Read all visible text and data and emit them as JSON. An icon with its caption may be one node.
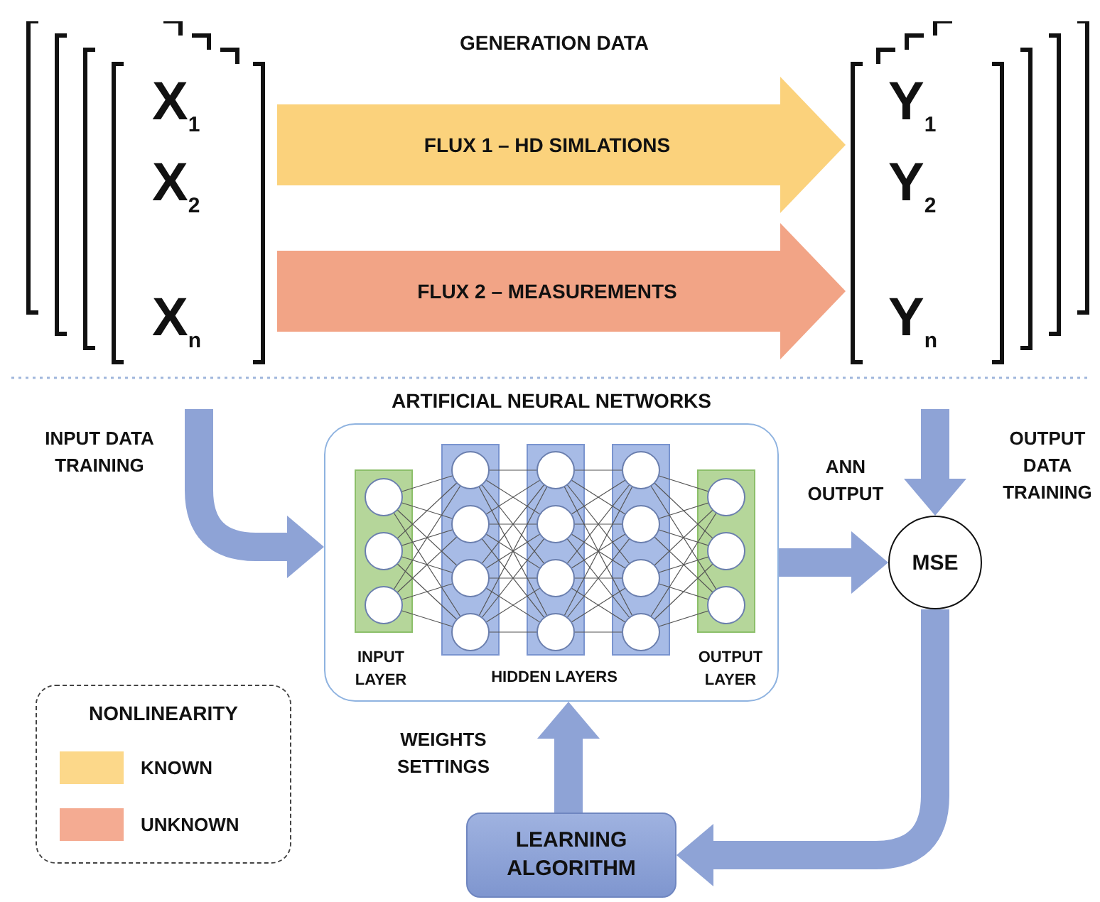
{
  "diagram": {
    "nodes": [
      {
        "text": [
          "X$_{1}$",
          "X$_{2}$",
          "X$_{n}$"
        ]
      },
      {
        "text": [
          "Y$_{1}$",
          "Y$_{2}$",
          "Y$_{n}$"
        ]
      },
      {
        "text": [
          "ARTIFICIAL NEURAL NETWORKS"
        ]
      },
      {
        "text": [
          "MSE"
        ]
      },
      {
        "text": [
          "LEARNING ALGORITHM"
        ]
      }
    ],
    "edges": [
      {
        "from": 0,
        "to": 1,
        "arrow": "to",
        "label": "FLUX 1 – HD SIMLATIONS",
        "style": "thick",
        "color": "#fbd27c"
      },
      {
        "from": 0,
        "to": 1,
        "arrow": "to",
        "label": "FLUX 2 – MEASUREMENTS",
        "style": "thick",
        "color": "#f2a486"
      },
      {
        "from": null,
        "to": 2,
        "arrow": "to",
        "label": "INPUT DATA TRAINING"
      },
      {
        "from": 2,
        "to": 3,
        "arrow": "to",
        "label": "ANN OUTPUT"
      },
      {
        "from": null,
        "to": 3,
        "arrow": "to",
        "label": "OUTPUT DATA TRAINING"
      },
      {
        "from": 3,
        "to": 4,
        "arrow": "to"
      },
      {
        "from": 4,
        "to": 2,
        "arrow": "to",
        "label": "WEIGHTS SETTINGS"
      }
    ],
    "labels": [
      "GENERATION DATA",
      "INPUT LAYER",
      "HIDDEN LAYERS",
      "OUTPUT LAYER",
      "NONLINEARITY"
    ],
    "legend": [
      {
        "text": "KNOWN",
        "color": "#fcd88a"
      },
      {
        "text": "UNKNOWN",
        "color": "#f4ab92"
      }
    ]
  }
}
